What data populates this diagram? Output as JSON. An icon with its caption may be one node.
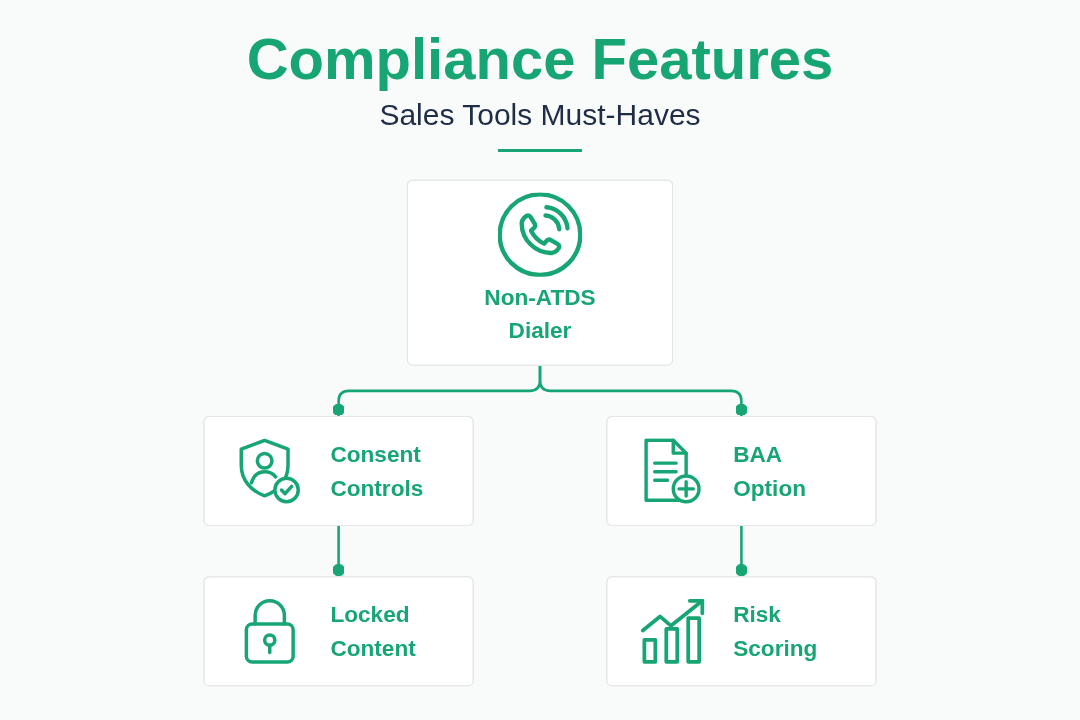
{
  "diagram": {
    "title": "Compliance Features",
    "nodes": [
      {
        "text": [
          "Non-ATDS Dialer"
        ]
      },
      {
        "text": [
          "Consent Controls"
        ]
      },
      {
        "text": [
          "BAA Option"
        ]
      },
      {
        "text": [
          "Locked Content"
        ]
      },
      {
        "text": [
          "Risk Scoring"
        ]
      }
    ],
    "edges": [
      {
        "from": 0,
        "to": 1,
        "arrow": "other"
      },
      {
        "from": 0,
        "to": 2,
        "arrow": "other"
      },
      {
        "from": 1,
        "to": 3,
        "arrow": "other"
      },
      {
        "from": 2,
        "to": 4,
        "arrow": "other"
      }
    ],
    "labels": [
      "Sales Tools Must-Haves"
    ]
  }
}
